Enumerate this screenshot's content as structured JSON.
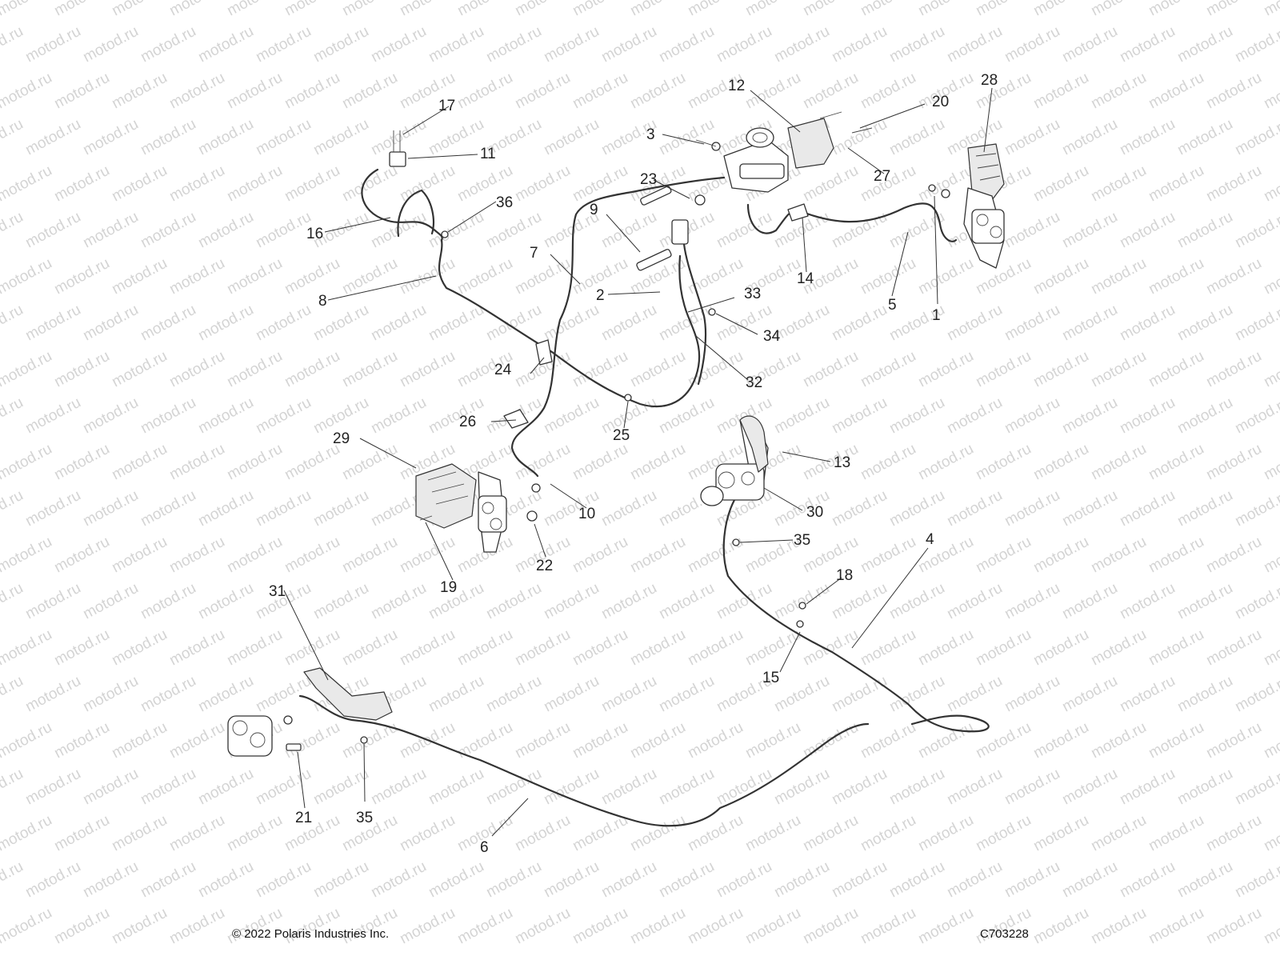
{
  "watermark": {
    "text": "motod.ru",
    "color": "#d4d4d4"
  },
  "footer": {
    "copyright": "© 2022 Polaris Industries Inc.",
    "drawing_code": "C703228"
  },
  "callouts": [
    {
      "id": "1",
      "label": "1"
    },
    {
      "id": "2",
      "label": "2"
    },
    {
      "id": "3",
      "label": "3"
    },
    {
      "id": "4",
      "label": "4"
    },
    {
      "id": "5",
      "label": "5"
    },
    {
      "id": "6",
      "label": "6"
    },
    {
      "id": "7",
      "label": "7"
    },
    {
      "id": "8",
      "label": "8"
    },
    {
      "id": "9",
      "label": "9"
    },
    {
      "id": "10",
      "label": "10"
    },
    {
      "id": "11",
      "label": "11"
    },
    {
      "id": "12",
      "label": "12"
    },
    {
      "id": "13",
      "label": "13"
    },
    {
      "id": "14",
      "label": "14"
    },
    {
      "id": "15",
      "label": "15"
    },
    {
      "id": "16",
      "label": "16"
    },
    {
      "id": "17",
      "label": "17"
    },
    {
      "id": "18",
      "label": "18"
    },
    {
      "id": "19",
      "label": "19"
    },
    {
      "id": "20",
      "label": "20"
    },
    {
      "id": "21",
      "label": "21"
    },
    {
      "id": "22",
      "label": "22"
    },
    {
      "id": "23",
      "label": "23"
    },
    {
      "id": "24",
      "label": "24"
    },
    {
      "id": "25",
      "label": "25"
    },
    {
      "id": "26",
      "label": "26"
    },
    {
      "id": "27",
      "label": "27"
    },
    {
      "id": "28",
      "label": "28"
    },
    {
      "id": "29",
      "label": "29"
    },
    {
      "id": "30",
      "label": "30"
    },
    {
      "id": "31",
      "label": "31"
    },
    {
      "id": "32",
      "label": "32"
    },
    {
      "id": "33",
      "label": "33"
    },
    {
      "id": "34",
      "label": "34"
    },
    {
      "id": "35a",
      "label": "35"
    },
    {
      "id": "35b",
      "label": "35"
    },
    {
      "id": "36",
      "label": "36"
    }
  ]
}
